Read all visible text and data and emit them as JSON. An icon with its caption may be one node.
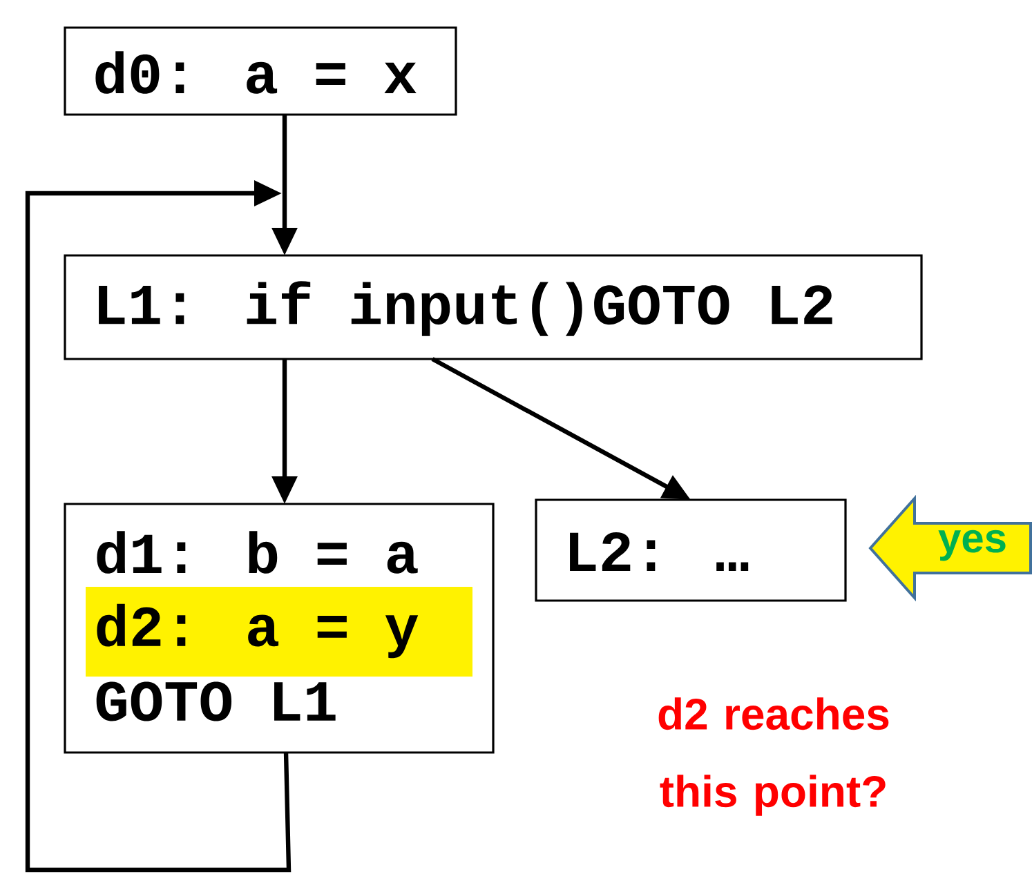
{
  "diagram": {
    "nodes": [
      {
        "text": [
          "d0: a = x"
        ]
      },
      {
        "text": [
          "L1: if input()GOTO L2"
        ]
      },
      {
        "text": [
          "d1: b = a",
          "d2: a = y",
          "GOTO L1"
        ]
      },
      {
        "text": [
          "L2: …"
        ]
      },
      {
        "text": [
          "yes"
        ]
      }
    ],
    "edges": [
      {
        "from": 0,
        "to": 1,
        "arrow": "to"
      },
      {
        "from": 2,
        "to": 1,
        "arrow": "to"
      },
      {
        "from": 1,
        "to": 2,
        "arrow": "to"
      },
      {
        "from": 1,
        "to": 3,
        "arrow": "to"
      }
    ],
    "labels": [
      "d2 reaches this point?"
    ]
  }
}
